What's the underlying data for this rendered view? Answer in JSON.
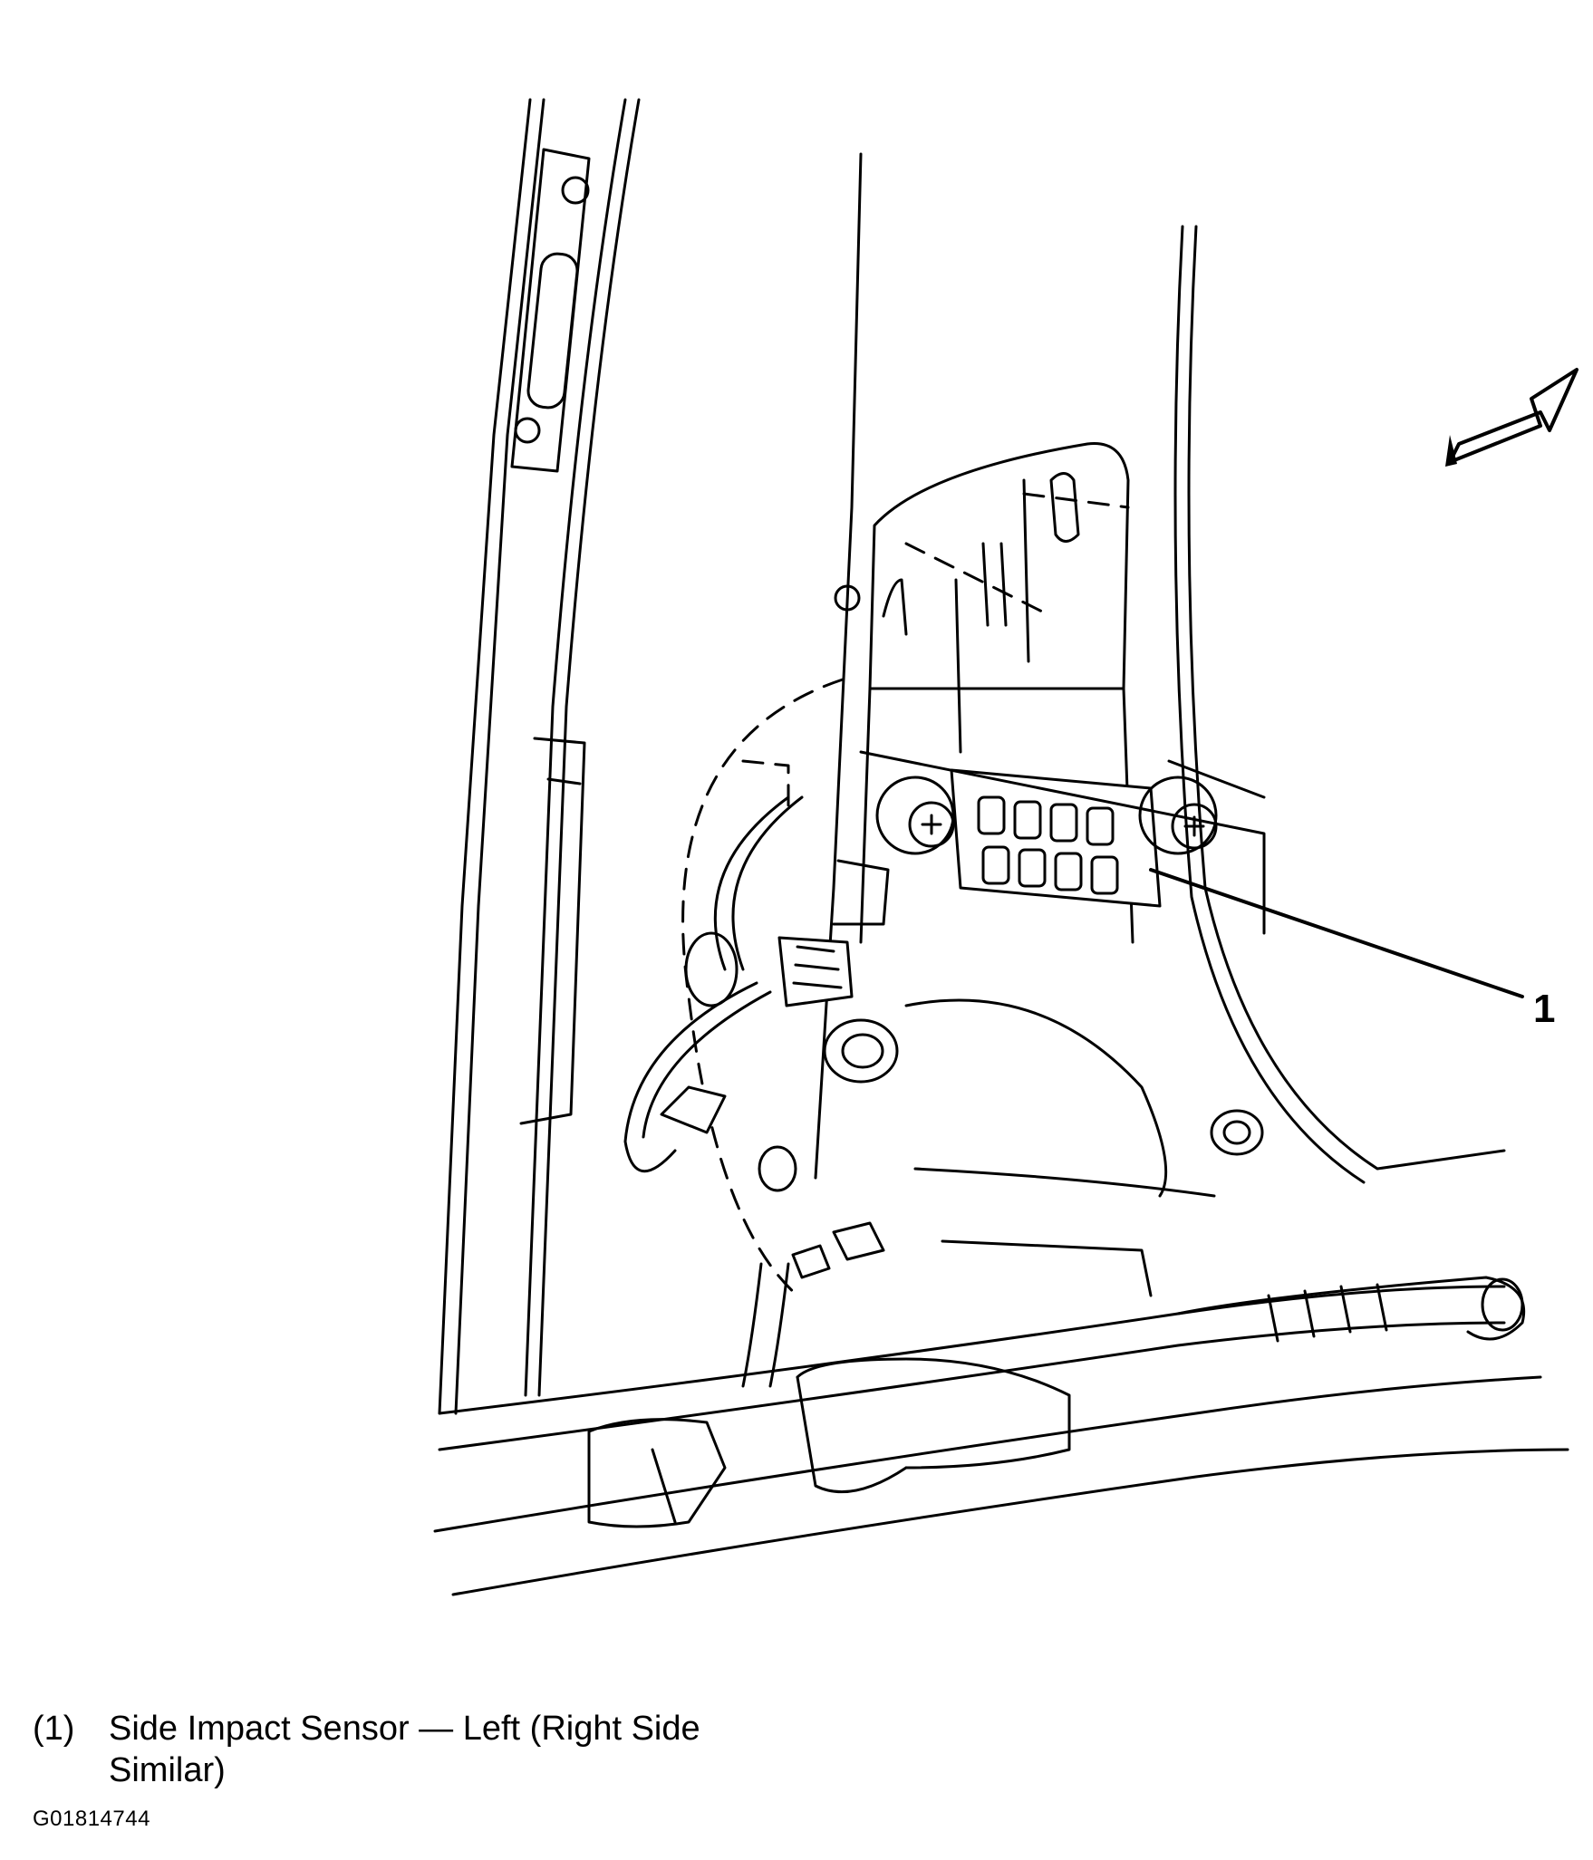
{
  "callout": {
    "number": "1"
  },
  "legend": [
    {
      "number": "(1)",
      "text": "Side Impact Sensor — Left (Right Side Similar)"
    }
  ],
  "figure_id": "G01814744",
  "icons": {
    "direction_arrow": "forward-direction-arrow-icon"
  }
}
